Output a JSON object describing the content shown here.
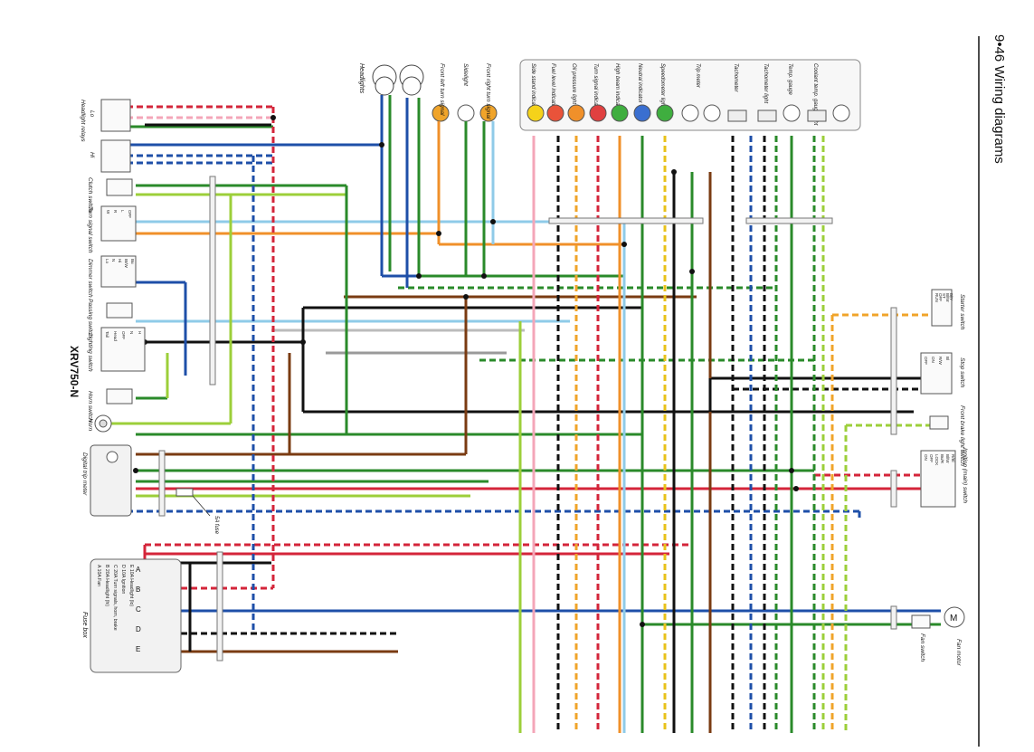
{
  "header": {
    "page_title": "9•46  Wiring diagrams"
  },
  "model": "XRV750-N",
  "indicator_labels": [
    "Side stand indicator",
    "Fuel level indicators",
    "Oil pressure light",
    "Turn signal indicator",
    "High beam indicator",
    "Neutral indicator",
    "Speedometer lights",
    "Trip meter",
    "Tachometer",
    "Tachometer light",
    "Temp. gauge",
    "Coolant temp. gauge light"
  ],
  "lights": {
    "headlights": "Headlights",
    "front_left_turn": "Front left turn signal",
    "sidelight": "Sidelight",
    "front_right_turn": "Front right turn signal"
  },
  "left_components": {
    "headlight_relays": "Headlight relays",
    "lo": "Lo",
    "hi": "Hi",
    "clutch_switch": "Clutch switch",
    "turn_signal_switch": "Turn signal switch",
    "dimmer_switch": "Dimmer switch",
    "passing_switch": "Passing switch",
    "lighting_switch": "Lighting switch",
    "horn_switch": "Horn switch",
    "horn": "Horn",
    "digital_trip_meter": "Digital trip meter",
    "fuse_label": "5A fuse",
    "fuse_box": "Fuse box"
  },
  "fuse_box_rows": [
    "A  10A  Fan",
    "B  20A  Headlight (hi)",
    "C  20A  Turn signals, horn, brake",
    "D  10A  Ignition",
    "E  10A  Headlight (lo)"
  ],
  "fuse_letters": [
    "A",
    "B",
    "C",
    "D",
    "E"
  ],
  "switch_tables": {
    "lighting": [
      "Tail",
      "Head",
      "OFF",
      "N",
      "H"
    ],
    "dimmer": [
      "Lo",
      "N",
      "Hi",
      "BI/W",
      "Bu"
    ],
    "turn_signal": [
      "W",
      "R",
      "L",
      "OFF"
    ],
    "starter": [
      "RUN",
      "OFF",
      "ST",
      "Bl/W",
      "Bl/Y"
    ],
    "stop": [
      "OFF",
      "ON",
      "R/W",
      "Bl"
    ],
    "ignition": [
      "ON",
      "OFF",
      "LOCK",
      "Bu/R",
      "Bl/W",
      "R/Bl"
    ]
  },
  "right_components": {
    "starter_switch": "Starter switch",
    "stop_switch": "Stop switch",
    "front_brake_switch": "Front brake light switch",
    "ignition_switch": "Ignition (main) switch",
    "fan_motor": "Fan motor",
    "fan_switch": "Fan switch",
    "motor_symbol": "M"
  },
  "colors": {
    "blue": "#1e4fa8",
    "green": "#2a8a2a",
    "light_green": "#9ccf3a",
    "red": "#d4253a",
    "black": "#111111",
    "brown": "#7a3b12",
    "orange": "#f0902a",
    "yellow": "#e8c21a",
    "pink": "#f4a6b8",
    "light_blue": "#8fcbe8",
    "grey": "#9a9a9a",
    "white": "#ffffff"
  }
}
